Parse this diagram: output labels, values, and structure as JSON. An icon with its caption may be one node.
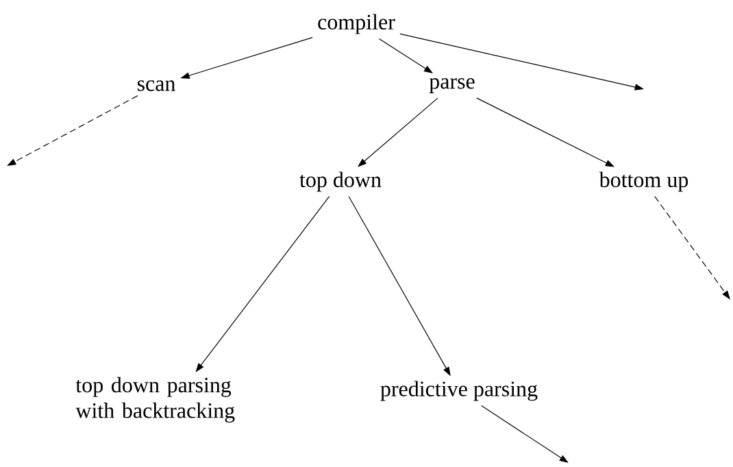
{
  "diagram": {
    "nodes": [
      {
        "text": [
          "compiler"
        ]
      },
      {
        "text": [
          "scan"
        ]
      },
      {
        "text": [
          "parse"
        ]
      },
      {
        "text": [
          "top down"
        ]
      },
      {
        "text": [
          "bottom up"
        ]
      },
      {
        "text": [
          "top down parsing with backtracking"
        ]
      },
      {
        "text": [
          "predictive parsing"
        ]
      }
    ],
    "edges": [
      {
        "from": 0,
        "to": 1,
        "arrow": "to"
      },
      {
        "from": 0,
        "to": 2,
        "arrow": "to"
      },
      {
        "from": 0,
        "to": null,
        "arrow": "to"
      },
      {
        "from": 1,
        "to": null,
        "arrow": "to",
        "style": "dashed"
      },
      {
        "from": 2,
        "to": 3,
        "arrow": "to"
      },
      {
        "from": 2,
        "to": 4,
        "arrow": "to"
      },
      {
        "from": 4,
        "to": null,
        "arrow": "to",
        "style": "dashed"
      },
      {
        "from": 3,
        "to": 5,
        "arrow": "to"
      },
      {
        "from": 3,
        "to": 6,
        "arrow": "to"
      },
      {
        "from": 6,
        "to": null,
        "arrow": "to"
      }
    ]
  }
}
